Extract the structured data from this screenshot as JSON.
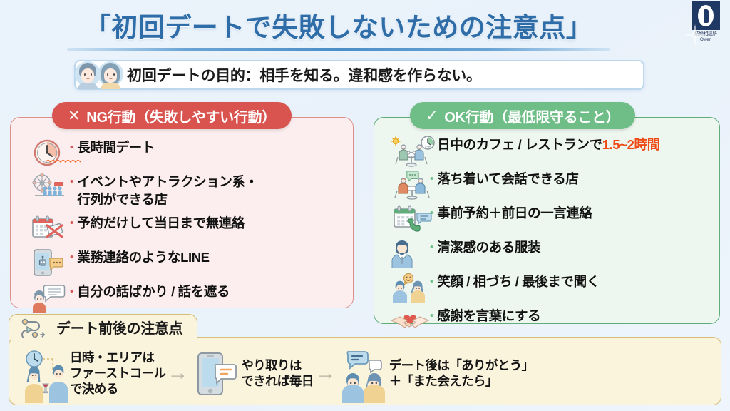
{
  "logo": {
    "name_jp": "結婚相談所",
    "name_en": "Owen",
    "icon": "bottle-figure-logo"
  },
  "header": {
    "title": "「初回デートで失敗しないための注意点」",
    "title_color": "#2f6da8"
  },
  "subtitle": {
    "text": "初回デートの目的：相手を知る。違和感を作らない。",
    "avatar_left": "male-avatar-icon",
    "avatar_right": "female-avatar-icon"
  },
  "ng_card": {
    "mark": "✕",
    "heading": "NG行動（失敗しやすい行動）",
    "accent": "#d9534f",
    "bg": "#fceeee",
    "items": [
      {
        "icon": "clock-icon",
        "text": "長時間デート"
      },
      {
        "icon": "ferris-wheel-queue-icon",
        "text": "イベントやアトラクション系・\n行列ができる店"
      },
      {
        "icon": "calendar-cancelled-icon",
        "text": "予約だけして当日まで無連絡"
      },
      {
        "icon": "phone-robot-message-icon",
        "text": "業務連絡のようなLINE"
      },
      {
        "icon": "person-speech-bubble-icon",
        "text": "自分の話ばかり / 話を遮る"
      }
    ]
  },
  "ok_card": {
    "mark": "✓",
    "heading": "OK行動（最低限守ること）",
    "accent": "#6fbd87",
    "bg": "#eef7ef",
    "items": [
      {
        "icon": "daytime-cafe-table-icon",
        "text_plain": "日中のカフェ / レストランで",
        "text_highlight": "1.5~2時間",
        "highlight_color": "#ef4a13"
      },
      {
        "icon": "couple-conversation-icon",
        "text": "落ち着いて会話できる店"
      },
      {
        "icon": "calendar-phone-call-icon",
        "text": "事前予約＋前日の一言連絡"
      },
      {
        "icon": "suited-person-icon",
        "text": "清潔感のある服装"
      },
      {
        "icon": "couple-smiley-icon",
        "text": "笑顔 / 相づち / 最後まで聞く"
      },
      {
        "icon": "handshake-heart-icon",
        "text": "感謝を言葉にする"
      }
    ]
  },
  "bottom": {
    "heading": "デート前後の注意点",
    "heading_icon": "route-flow-icon",
    "bg": "#fbf4dd",
    "border": "#d8bd77",
    "arrow_glyph": "→",
    "steps": [
      {
        "icon": "couple-dinner-clock-icon",
        "text": "日時・エリアは\nファーストコール\nで決める"
      },
      {
        "icon": "smartphone-message-icon",
        "text": "やり取りは\nできれば毎日"
      },
      {
        "icon": "couple-chat-bubbles-icon",
        "text": "デート後は「ありがとう」\n＋「また会えたら」"
      }
    ]
  }
}
